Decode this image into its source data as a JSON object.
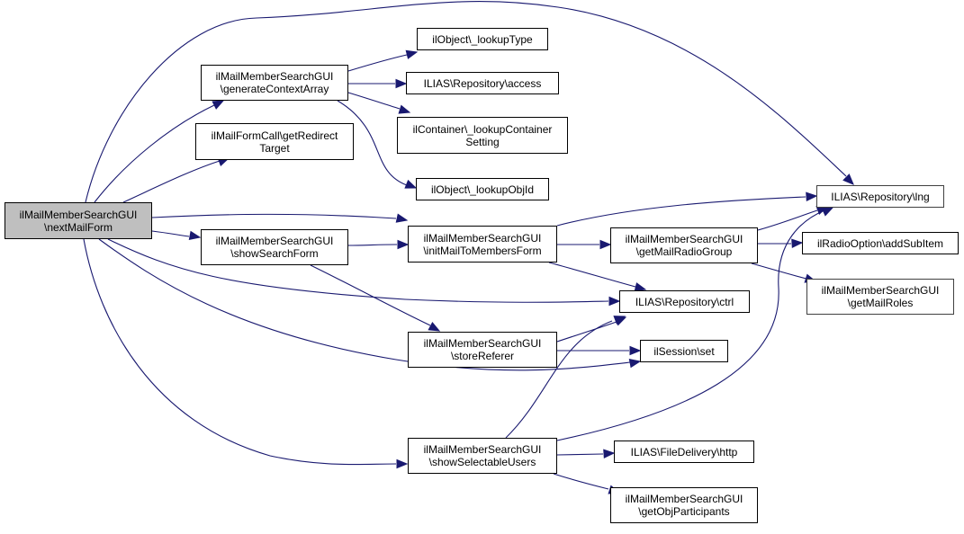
{
  "graph": {
    "edge_color": "#191970",
    "root_fill": "#bfbfbf",
    "nodes": [
      {
        "id": "nextMailForm",
        "label": "ilMailMemberSearchGUI\n\\nextMailForm",
        "root": true
      },
      {
        "id": "generateContextArray",
        "label": "ilMailMemberSearchGUI\n\\generateContextArray"
      },
      {
        "id": "getRedirectTarget",
        "label": "ilMailFormCall\\getRedirect\nTarget"
      },
      {
        "id": "lookupType",
        "label": "ilObject\\_lookupType"
      },
      {
        "id": "repoAccess",
        "label": "ILIAS\\Repository\\access"
      },
      {
        "id": "lookupContainerSetting",
        "label": "ilContainer\\_lookupContainer\nSetting"
      },
      {
        "id": "lookupObjId",
        "label": "ilObject\\_lookupObjId"
      },
      {
        "id": "repoLng",
        "label": "ILIAS\\Repository\\lng"
      },
      {
        "id": "initMailToMembersForm",
        "label": "ilMailMemberSearchGUI\n\\initMailToMembersForm"
      },
      {
        "id": "showSearchForm",
        "label": "ilMailMemberSearchGUI\n\\showSearchForm"
      },
      {
        "id": "getMailRadioGroup",
        "label": "ilMailMemberSearchGUI\n\\getMailRadioGroup"
      },
      {
        "id": "addSubItem",
        "label": "ilRadioOption\\addSubItem"
      },
      {
        "id": "getMailRoles",
        "label": "ilMailMemberSearchGUI\n\\getMailRoles"
      },
      {
        "id": "repoCtrl",
        "label": "ILIAS\\Repository\\ctrl"
      },
      {
        "id": "storeReferer",
        "label": "ilMailMemberSearchGUI\n\\storeReferer"
      },
      {
        "id": "sessionSet",
        "label": "ilSession\\set"
      },
      {
        "id": "showSelectableUsers",
        "label": "ilMailMemberSearchGUI\n\\showSelectableUsers"
      },
      {
        "id": "fileDeliveryHttp",
        "label": "ILIAS\\FileDelivery\\http"
      },
      {
        "id": "getObjParticipants",
        "label": "ilMailMemberSearchGUI\n\\getObjParticipants"
      }
    ],
    "edges": [
      {
        "from": "nextMailForm",
        "to": "generateContextArray"
      },
      {
        "from": "nextMailForm",
        "to": "getRedirectTarget"
      },
      {
        "from": "nextMailForm",
        "to": "repoLng"
      },
      {
        "from": "nextMailForm",
        "to": "initMailToMembersForm"
      },
      {
        "from": "nextMailForm",
        "to": "showSearchForm"
      },
      {
        "from": "nextMailForm",
        "to": "repoCtrl"
      },
      {
        "from": "nextMailForm",
        "to": "sessionSet"
      },
      {
        "from": "nextMailForm",
        "to": "showSelectableUsers"
      },
      {
        "from": "generateContextArray",
        "to": "lookupType"
      },
      {
        "from": "generateContextArray",
        "to": "repoAccess"
      },
      {
        "from": "generateContextArray",
        "to": "lookupContainerSetting"
      },
      {
        "from": "generateContextArray",
        "to": "lookupObjId"
      },
      {
        "from": "showSearchForm",
        "to": "initMailToMembersForm"
      },
      {
        "from": "showSearchForm",
        "to": "storeReferer"
      },
      {
        "from": "initMailToMembersForm",
        "to": "repoLng"
      },
      {
        "from": "initMailToMembersForm",
        "to": "getMailRadioGroup"
      },
      {
        "from": "initMailToMembersForm",
        "to": "repoCtrl"
      },
      {
        "from": "getMailRadioGroup",
        "to": "repoLng"
      },
      {
        "from": "getMailRadioGroup",
        "to": "addSubItem"
      },
      {
        "from": "getMailRadioGroup",
        "to": "getMailRoles"
      },
      {
        "from": "storeReferer",
        "to": "repoCtrl"
      },
      {
        "from": "storeReferer",
        "to": "sessionSet"
      },
      {
        "from": "showSelectableUsers",
        "to": "repoCtrl"
      },
      {
        "from": "showSelectableUsers",
        "to": "repoLng"
      },
      {
        "from": "showSelectableUsers",
        "to": "fileDeliveryHttp"
      },
      {
        "from": "showSelectableUsers",
        "to": "getObjParticipants"
      }
    ]
  }
}
